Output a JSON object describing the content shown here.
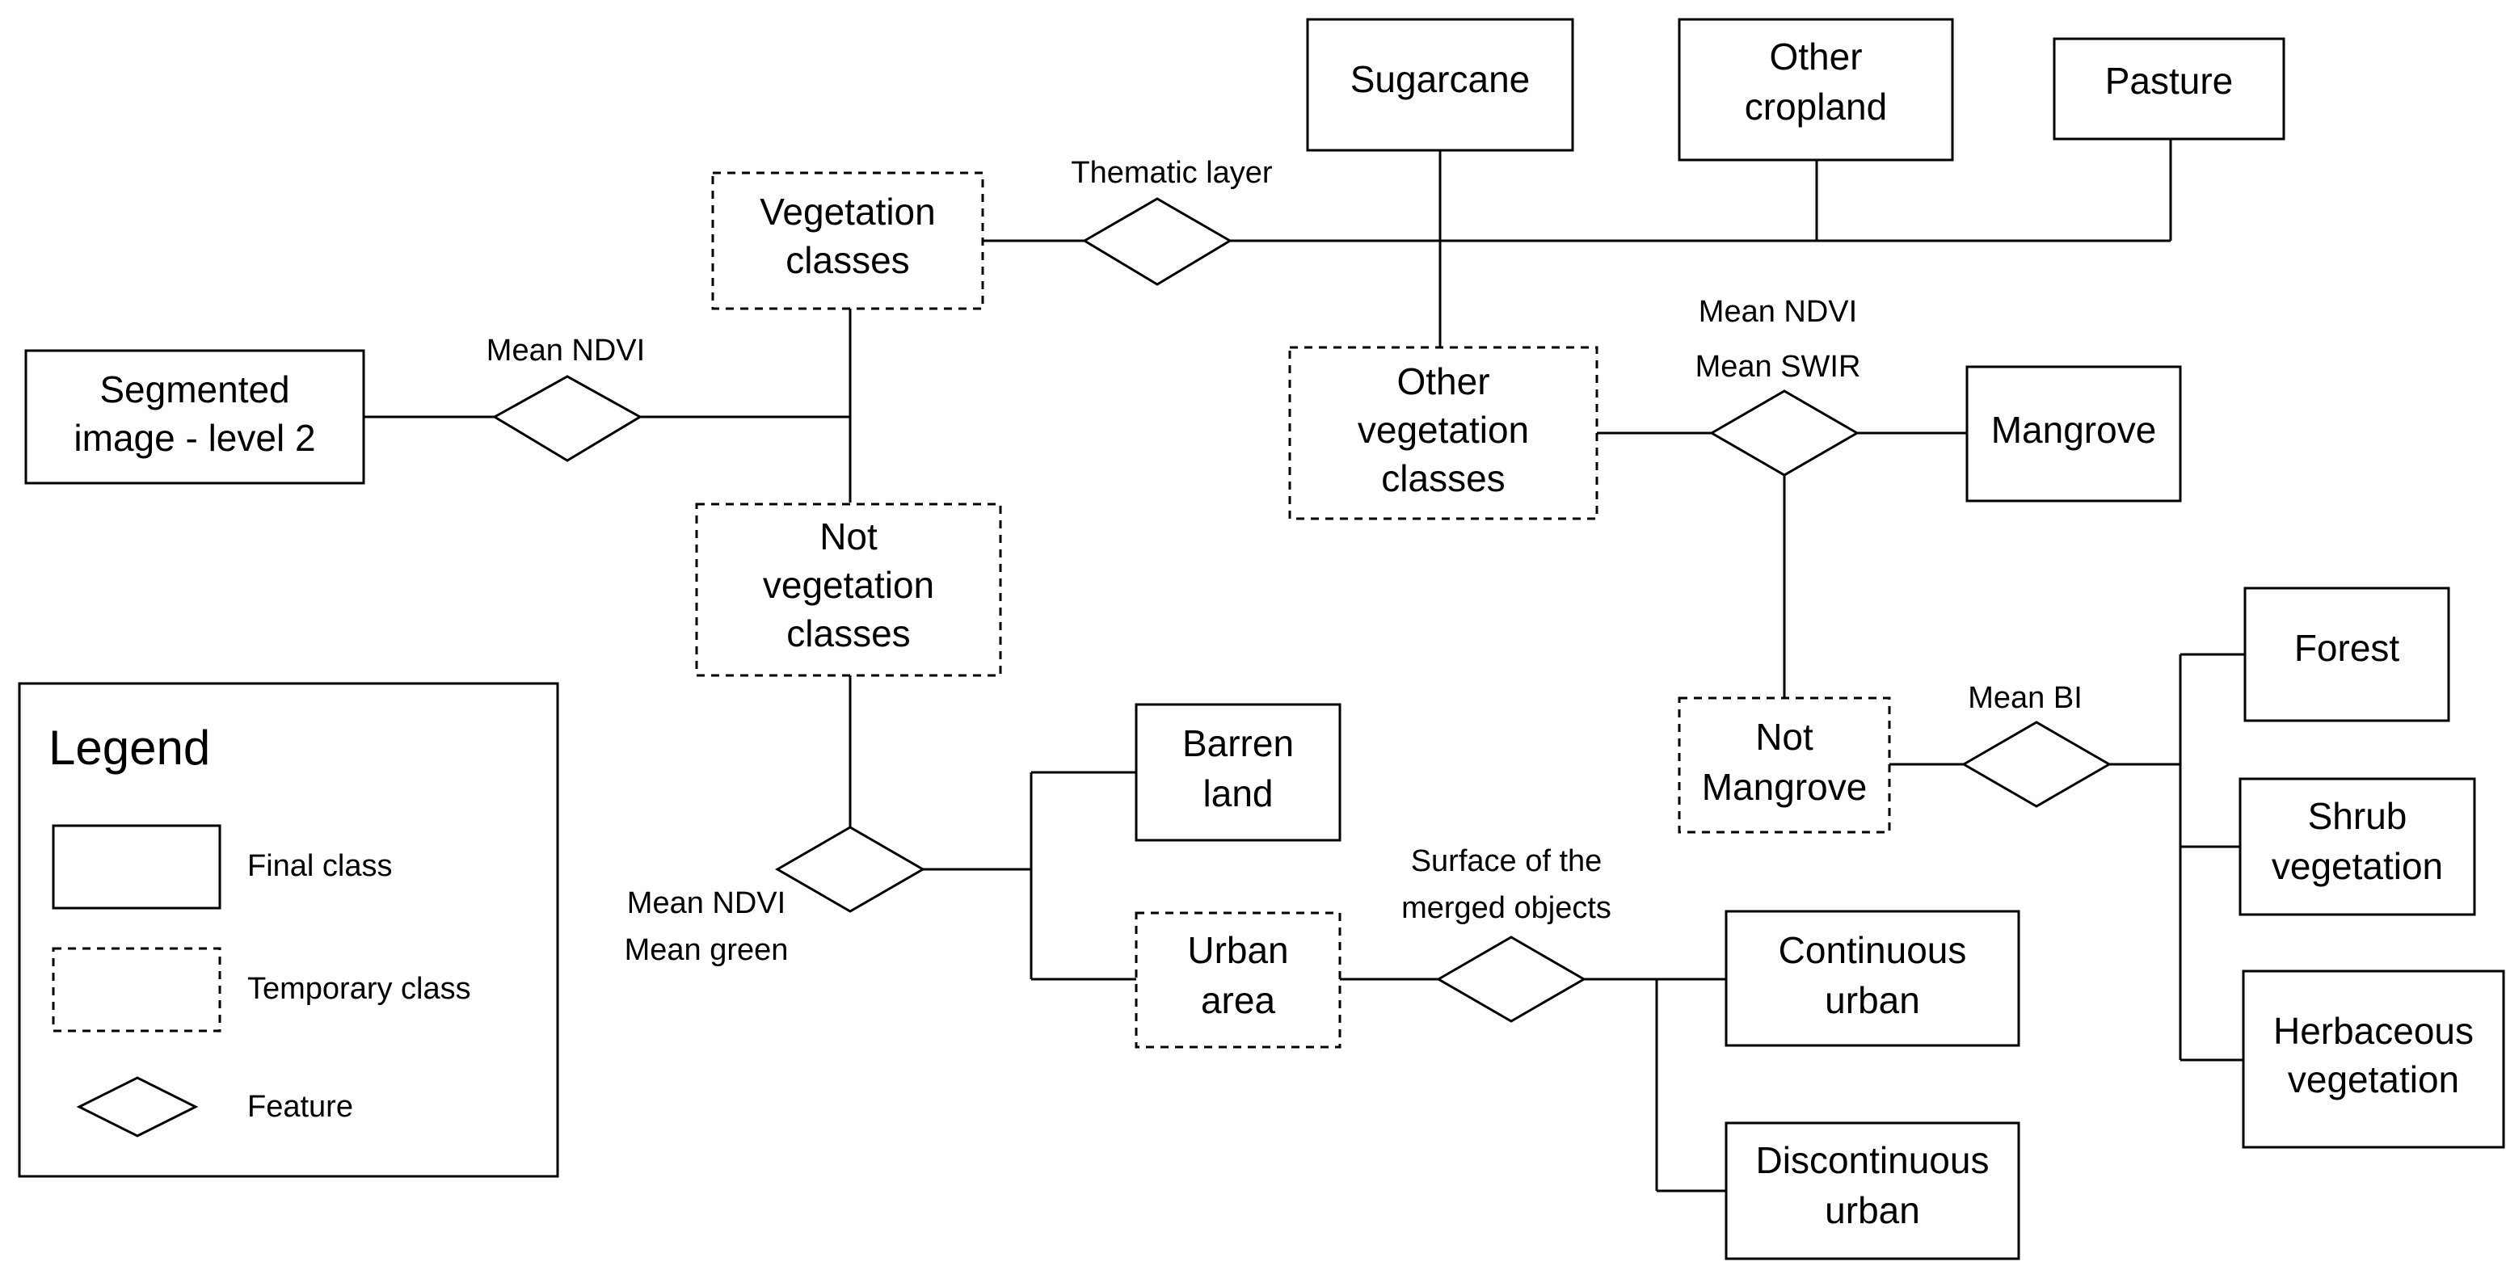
{
  "nodes": {
    "segmented_image": {
      "line1": "Segmented",
      "line2": "image - level 2"
    },
    "vegetation_classes": {
      "line1": "Vegetation",
      "line2": "classes"
    },
    "sugarcane": {
      "line1": "Sugarcane"
    },
    "other_cropland": {
      "line1": "Other",
      "line2": "cropland"
    },
    "pasture": {
      "line1": "Pasture"
    },
    "other_vegetation_classes": {
      "line1": "Other",
      "line2": "vegetation",
      "line3": "classes"
    },
    "mangrove": {
      "line1": "Mangrove"
    },
    "not_vegetation_classes": {
      "line1": "Not",
      "line2": "vegetation",
      "line3": "classes"
    },
    "not_mangrove": {
      "line1": "Not",
      "line2": "Mangrove"
    },
    "forest": {
      "line1": "Forest"
    },
    "shrub_vegetation": {
      "line1": "Shrub",
      "line2": "vegetation"
    },
    "herbaceous_vegetation": {
      "line1": "Herbaceous",
      "line2": "vegetation"
    },
    "barren_land": {
      "line1": "Barren",
      "line2": "land"
    },
    "urban_area": {
      "line1": "Urban",
      "line2": "area"
    },
    "continuous_urban": {
      "line1": "Continuous",
      "line2": "urban"
    },
    "discontinuous_urban": {
      "line1": "Discontinuous",
      "line2": "urban"
    }
  },
  "features": {
    "mean_ndvi_1": {
      "line1": "Mean NDVI"
    },
    "thematic_layer": {
      "line1": "Thematic layer"
    },
    "mean_ndvi_swir": {
      "line1": "Mean NDVI",
      "line2": "Mean SWIR"
    },
    "mean_bi": {
      "line1": "Mean BI"
    },
    "mean_ndvi_green": {
      "line1": "Mean NDVI",
      "line2": "Mean green"
    },
    "surface_merged": {
      "line1": "Surface of the",
      "line2": "merged objects"
    }
  },
  "legend": {
    "title": "Legend",
    "final_class": "Final class",
    "temporary_class": "Temporary  class",
    "feature": "Feature"
  }
}
